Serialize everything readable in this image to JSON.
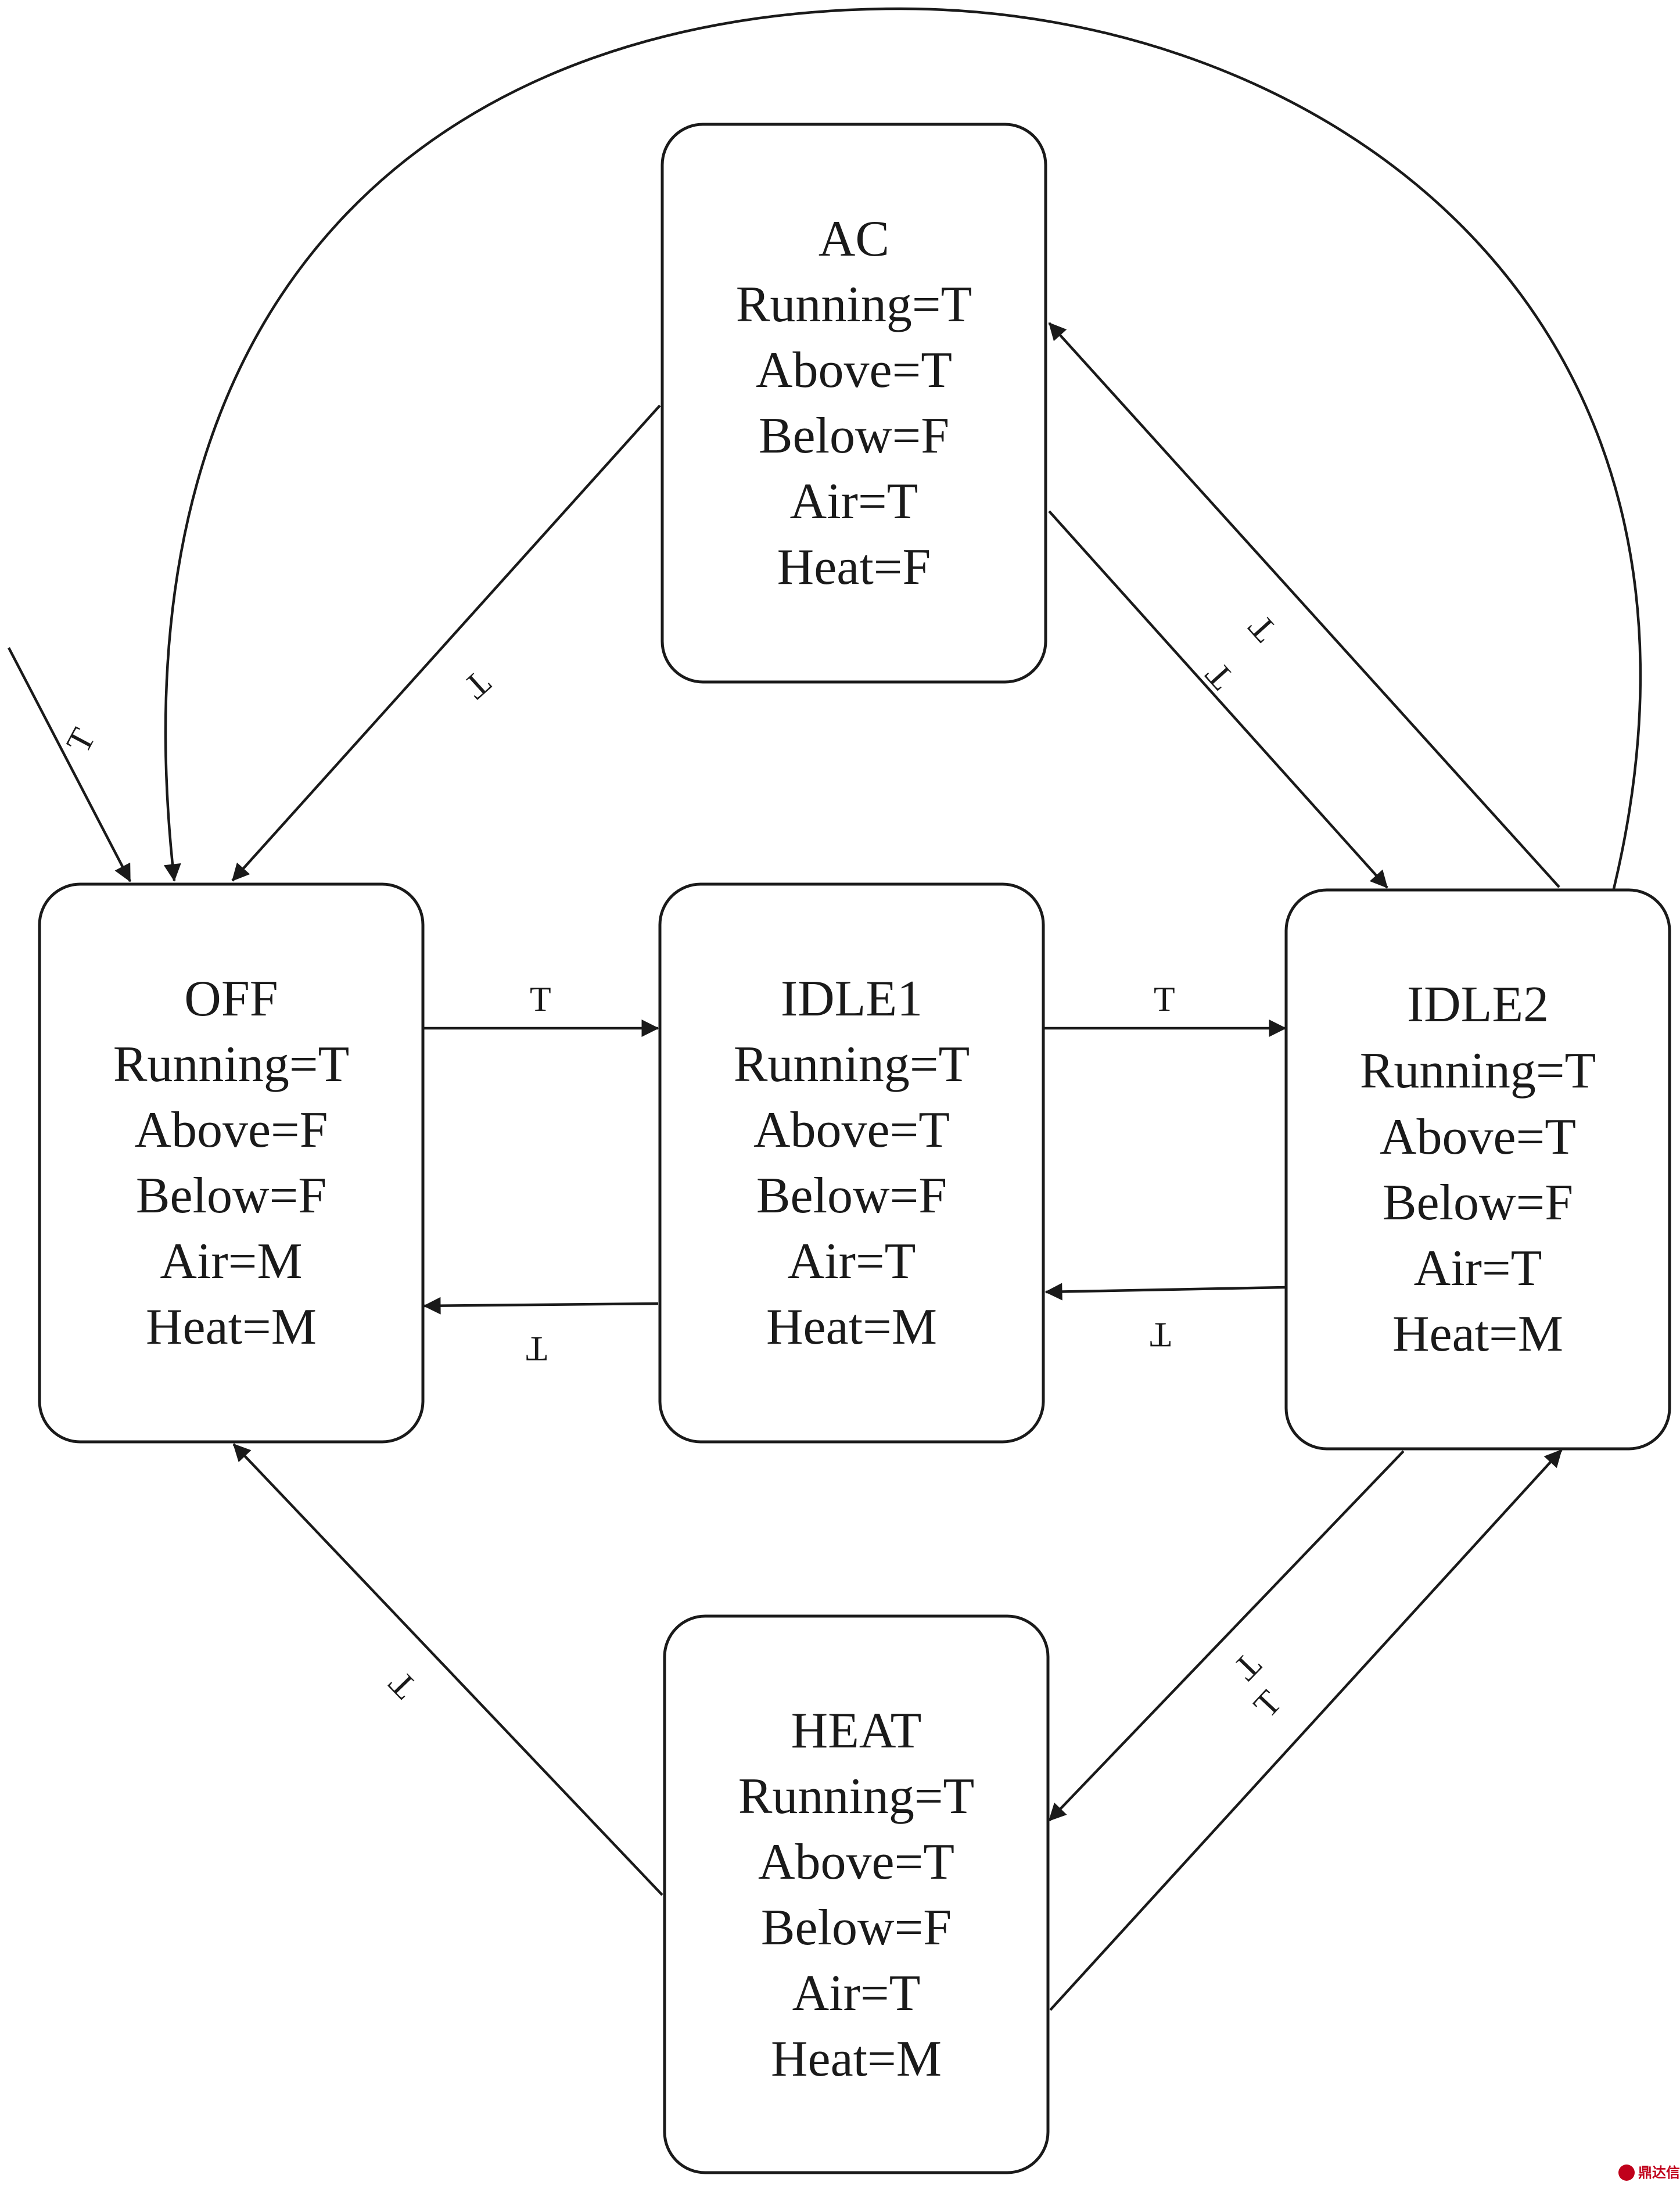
{
  "states": {
    "ac": {
      "name": "AC",
      "lines": [
        "Running=T",
        "Above=T",
        "Below=F",
        "Air=T",
        "Heat=F"
      ]
    },
    "off": {
      "name": "OFF",
      "lines": [
        "Running=T",
        "Above=F",
        "Below=F",
        "Air=M",
        "Heat=M"
      ]
    },
    "idle1": {
      "name": "IDLE1",
      "lines": [
        "Running=T",
        "Above=T",
        "Below=F",
        "Air=T",
        "Heat=M"
      ]
    },
    "idle2": {
      "name": "IDLE2",
      "lines": [
        "Running=T",
        "Above=T",
        "Below=F",
        "Air=T",
        "Heat=M"
      ]
    },
    "heat": {
      "name": "HEAT",
      "lines": [
        "Running=T",
        "Above=T",
        "Below=F",
        "Air=T",
        "Heat=M"
      ]
    }
  },
  "edges": {
    "initial_to_off": {
      "label": "T"
    },
    "idle2_to_off_arc": {
      "label": ""
    },
    "ac_to_off": {
      "label": "T"
    },
    "idle2_to_ac": {
      "label": "T"
    },
    "ac_to_idle2": {
      "label": "T"
    },
    "off_to_idle1": {
      "label": "T"
    },
    "idle1_to_off": {
      "label": "T"
    },
    "idle1_to_idle2": {
      "label": "T"
    },
    "idle2_to_idle1": {
      "label": "T"
    },
    "heat_to_off": {
      "label": "T"
    },
    "idle2_to_heat": {
      "label": "T"
    },
    "heat_to_idle2": {
      "label": "T"
    }
  },
  "watermark": {
    "text": "鼎达信"
  },
  "colors": {
    "line": "#1a1a1a",
    "watermark": "#c0001b"
  }
}
